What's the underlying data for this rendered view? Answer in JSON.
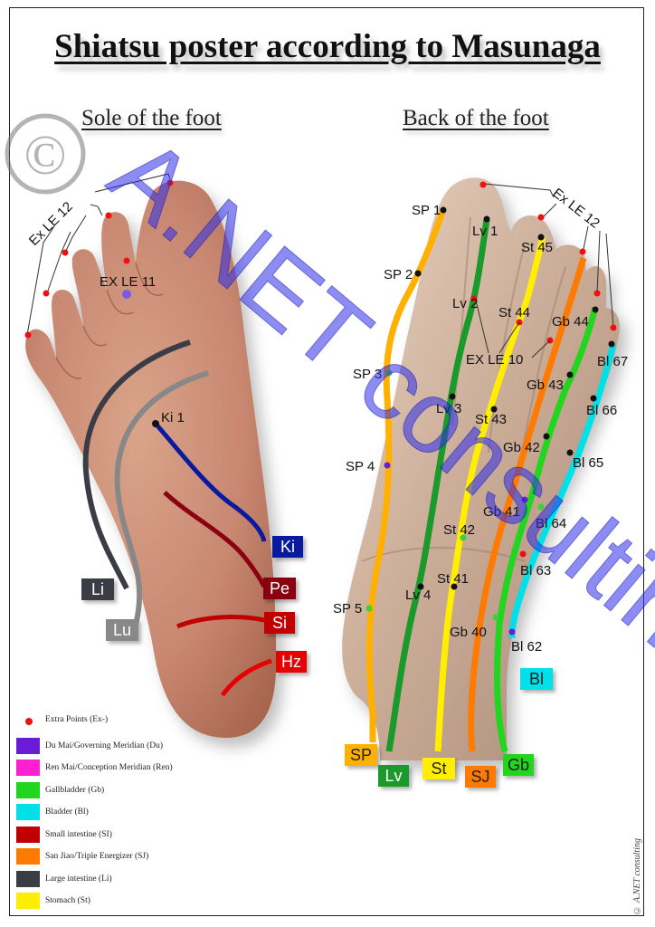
{
  "title": "Shiatsu poster according to Masunaga",
  "sole_title": "Sole of the foot",
  "back_title": "Back of the foot",
  "watermark_text": "A.NET consulting",
  "copyright_symbol": "©",
  "copyright_note": "© A.NET consulting",
  "colors": {
    "Du": "#6a1bd6",
    "Ren": "#ff1fd0",
    "Gb": "#22d51e",
    "Bl": "#00e0e8",
    "Si": "#c00000",
    "SJ": "#ff7a00",
    "Li": "#3a3d46",
    "St": "#ffee00",
    "Lv": "#1a9a2a",
    "SP": "#ffb000",
    "Ki": "#0a1aa0",
    "Pe": "#8a0010",
    "Hz": "#e60000",
    "Lu": "#888888",
    "Extra": "#e11111"
  },
  "sole_labels": {
    "ex_le_12": "Ex LE 12",
    "ex_le_11": "EX LE 11",
    "ki_1": "Ki 1"
  },
  "sole_tags": {
    "Ki": "Ki",
    "Pe": "Pe",
    "Si": "Si",
    "Hz": "Hz",
    "Li": "Li",
    "Lu": "Lu"
  },
  "back_points": {
    "sp1": "SP 1",
    "sp2": "SP 2",
    "sp3": "SP 3",
    "sp4": "SP 4",
    "sp5": "SP 5",
    "lv1": "Lv 1",
    "lv2": "Lv 2",
    "lv3": "Lv 3",
    "lv4": "Lv 4",
    "st41": "St 41",
    "st42": "St 42",
    "st43": "St 43",
    "st44": "St 44",
    "st45": "St 45",
    "gb40": "Gb 40",
    "gb41": "Gb 41",
    "gb42": "Gb 42",
    "gb43": "Gb 43",
    "gb44": "Gb 44",
    "bl62": "Bl 62",
    "bl63": "Bl 63",
    "bl64": "Bl 64",
    "bl65": "Bl 65",
    "bl66": "Bl 66",
    "bl67": "Bl 67",
    "ex_le_10": "EX LE 10",
    "ex_le_12": "Ex LE 12"
  },
  "back_tags": {
    "SP": "SP",
    "Lv": "Lv",
    "St": "St",
    "SJ": "SJ",
    "Gb": "Gb",
    "Bl": "Bl"
  },
  "legend": [
    {
      "label": "Extra Points (Ex-)",
      "type": "dot"
    },
    {
      "label": "Du Mai/Governing Meridian (Du)",
      "color": "#6a1bd6"
    },
    {
      "label": "Ren Mai/Conception Meridian (Ren)",
      "color": "#ff1fd0"
    },
    {
      "label": "Gallbladder (Gb)",
      "color": "#22d51e"
    },
    {
      "label": "Bladder (Bl)",
      "color": "#00e0e8"
    },
    {
      "label": "Small intestine (SI)",
      "color": "#c00000"
    },
    {
      "label": "San Jiao/Triple Energizer (SJ)",
      "color": "#ff7a00"
    },
    {
      "label": "Large intestine (Li)",
      "color": "#3a3d46"
    },
    {
      "label": "Stomach (St)",
      "color": "#ffee00"
    }
  ]
}
